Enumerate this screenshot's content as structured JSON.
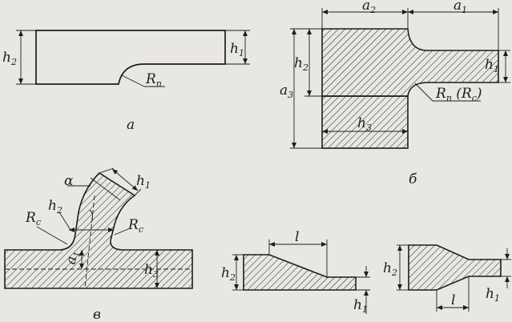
{
  "figures": {
    "a": {
      "caption": "а",
      "h2_main": "h",
      "h2_sub": "2",
      "h1_main": "h",
      "h1_sub": "1",
      "rn_main": "R",
      "rn_sub": "п"
    },
    "b": {
      "caption": "б",
      "a2_main": "a",
      "a2_sub": "2",
      "a1_main": "a",
      "a1_sub": "1",
      "a3_main": "a",
      "a3_sub": "3",
      "h2_main": "h",
      "h2_sub": "2",
      "h3_main": "h",
      "h3_sub": "3",
      "h1_main": "h",
      "h1_sub": "1",
      "rn_main": "R",
      "rn_sub": "п",
      "rn_tail_main": " (R",
      "rn_tail_sub": "с",
      "rn_close": ")"
    },
    "v": {
      "caption": "в",
      "alpha": "α",
      "h1_main": "h",
      "h1_sub": "1",
      "h2_main": "h",
      "h2_sub": "2",
      "h3_main": "h",
      "h3_sub": "3",
      "a1_main": "a",
      "a1_sub": "1",
      "rc_left_main": "R",
      "rc_left_sub": "с",
      "rc_right_main": "R",
      "rc_right_sub": "с"
    },
    "g": {
      "l_main": "l",
      "h2_main": "h",
      "h2_sub": "2",
      "h1_main": "h",
      "h1_sub": "1"
    },
    "d": {
      "l_main": "l",
      "h2_main": "h",
      "h2_sub": "2",
      "h1_main": "h",
      "h1_sub": "1"
    }
  }
}
